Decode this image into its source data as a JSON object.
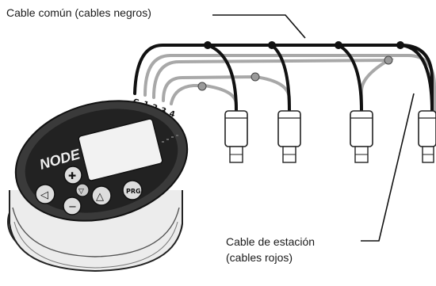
{
  "labels": {
    "common_wire": "Cable común (cables negros)",
    "station_wire_line1": "Cable de estación",
    "station_wire_line2": "(cables rojos)"
  },
  "terminal_labels": [
    "C",
    "1",
    "2",
    "3",
    "4"
  ],
  "device": {
    "brand": "NODE",
    "button_symbols": [
      "◁",
      "✚",
      "−",
      "△",
      "▽",
      "PRG"
    ]
  },
  "colors": {
    "common_wire": "#111111",
    "station_wire": "#a8a8a8",
    "device_body": "#3a3a3a",
    "device_face": "#222222"
  }
}
